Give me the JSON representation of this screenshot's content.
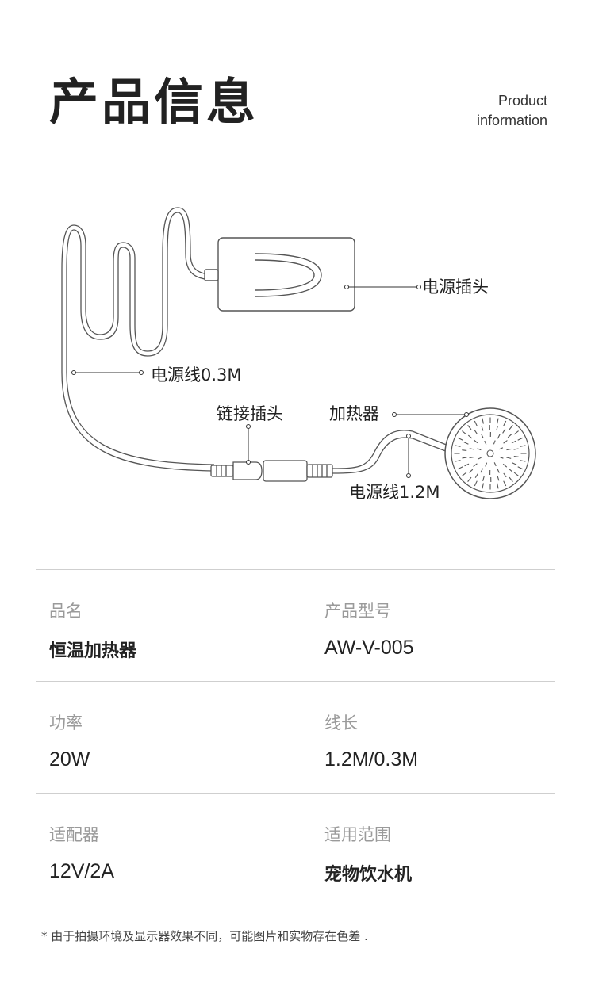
{
  "header": {
    "title": "产品信息",
    "subtitle_line1": "Product",
    "subtitle_line2": "information"
  },
  "diagram": {
    "labels": {
      "power_plug": "电源插头",
      "cord_short": "电源线0.3M",
      "connector": "链接插头",
      "heater": "加热器",
      "cord_long": "电源线1.2M"
    }
  },
  "specs": [
    {
      "label": "品名",
      "value": "恒温加热器"
    },
    {
      "label": "产品型号",
      "value": "AW-V-005"
    },
    {
      "label": "功率",
      "value": "20W"
    },
    {
      "label": "线长",
      "value": "1.2M/0.3M"
    },
    {
      "label": "适配器",
      "value": "12V/2A"
    },
    {
      "label": "适用范围",
      "value": "宠物饮水机"
    }
  ],
  "footnote": "* 由于拍摄环境及显示器效果不同，可能图片和实物存在色差 ."
}
